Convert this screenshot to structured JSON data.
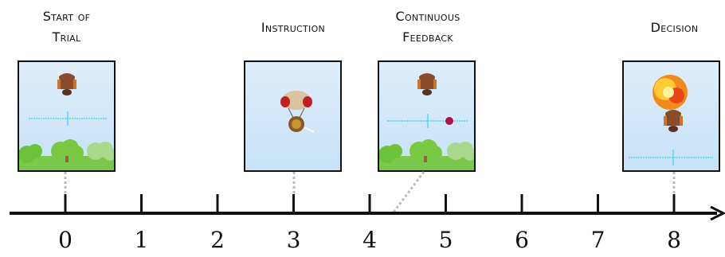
{
  "events": [
    {
      "id": "start",
      "label_line1": "Start of",
      "label_line2": "Trial"
    },
    {
      "id": "instruction",
      "label_line1": "Instruction",
      "label_line2": ""
    },
    {
      "id": "feedback",
      "label_line1": "Continuous",
      "label_line2": "Feedback"
    },
    {
      "id": "decision",
      "label_line1": "Decision",
      "label_line2": ""
    }
  ],
  "axis": {
    "ticks": [
      "0",
      "1",
      "2",
      "3",
      "4",
      "5",
      "6",
      "7",
      "8"
    ]
  },
  "colors": {
    "axis": "#111111",
    "connector": "#bbbbbb",
    "sky": "#d4e8f8",
    "grass": "#6cc23a",
    "crosshair": "#3ad0f0",
    "ball": "#b0104a"
  },
  "icons": [
    "airship-icon",
    "parachute-capsule-icon",
    "tree-icon",
    "crosshair-icon",
    "ball-icon",
    "explosion-icon"
  ]
}
